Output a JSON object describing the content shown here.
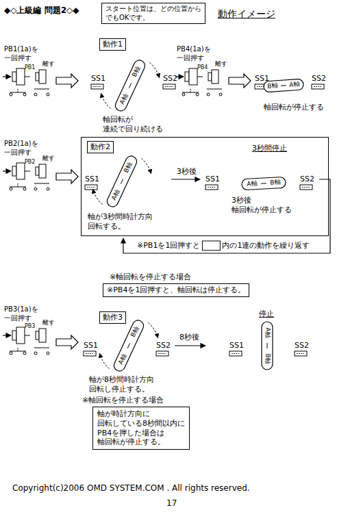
{
  "diagram": {
    "title": "◆◇上級編 問題2◇◆",
    "caption": "Copyright(c)2006 OMD SYSTEM.COM . All rights reserved.",
    "nodes": [
      {
        "text": [
          "スタート位置は、どの位置から でもOKです。"
        ]
      },
      {
        "text": [
          "動作1"
        ]
      },
      {
        "text": [
          "動作2"
        ]
      },
      {
        "text": [
          "※PB4を1回押すと、軸回転は停止する。"
        ]
      },
      {
        "text": [
          "動作3"
        ]
      },
      {
        "text": [
          "軸が時計方向に 回転している8秒間以内に PB4を押した場合は 軸回転が停止する。"
        ]
      }
    ],
    "labels": [
      "動作イメージ",
      "PB1(1a)を 一回押す",
      "離す",
      "PB1",
      "SS1",
      "A軸",
      "B軸",
      "SS2",
      "軸回転が 連続で回り続ける",
      "PB4(1a)を 一回押す",
      "離す",
      "PB4",
      "SS1",
      "B軸",
      "A軸",
      "SS2",
      "軸回転が停止する",
      "PB2(1a)を 一回押す",
      "離す",
      "PB2",
      "SS1",
      "A軸",
      "B軸",
      "3秒後",
      "3秒間停止",
      "SS1",
      "A軸",
      "B軸",
      "SS2",
      "軸が3秒間時計方向 回転する。",
      "3秒後 軸回転が停止する",
      "※PB1を1回押すと",
      "内の1連の動作を繰り返す",
      "※軸回転を停止する場合",
      "PB3(1a)を 一回押す",
      "離す",
      "PB3",
      "SS1",
      "A軸",
      "B軸",
      "SS2",
      "8秒後",
      "停止",
      "SS1",
      "A軸",
      "B軸",
      "SS2",
      "軸が8秒間時計方向 回転し停止する。",
      "※軸回転を停止する場合",
      "17"
    ]
  }
}
